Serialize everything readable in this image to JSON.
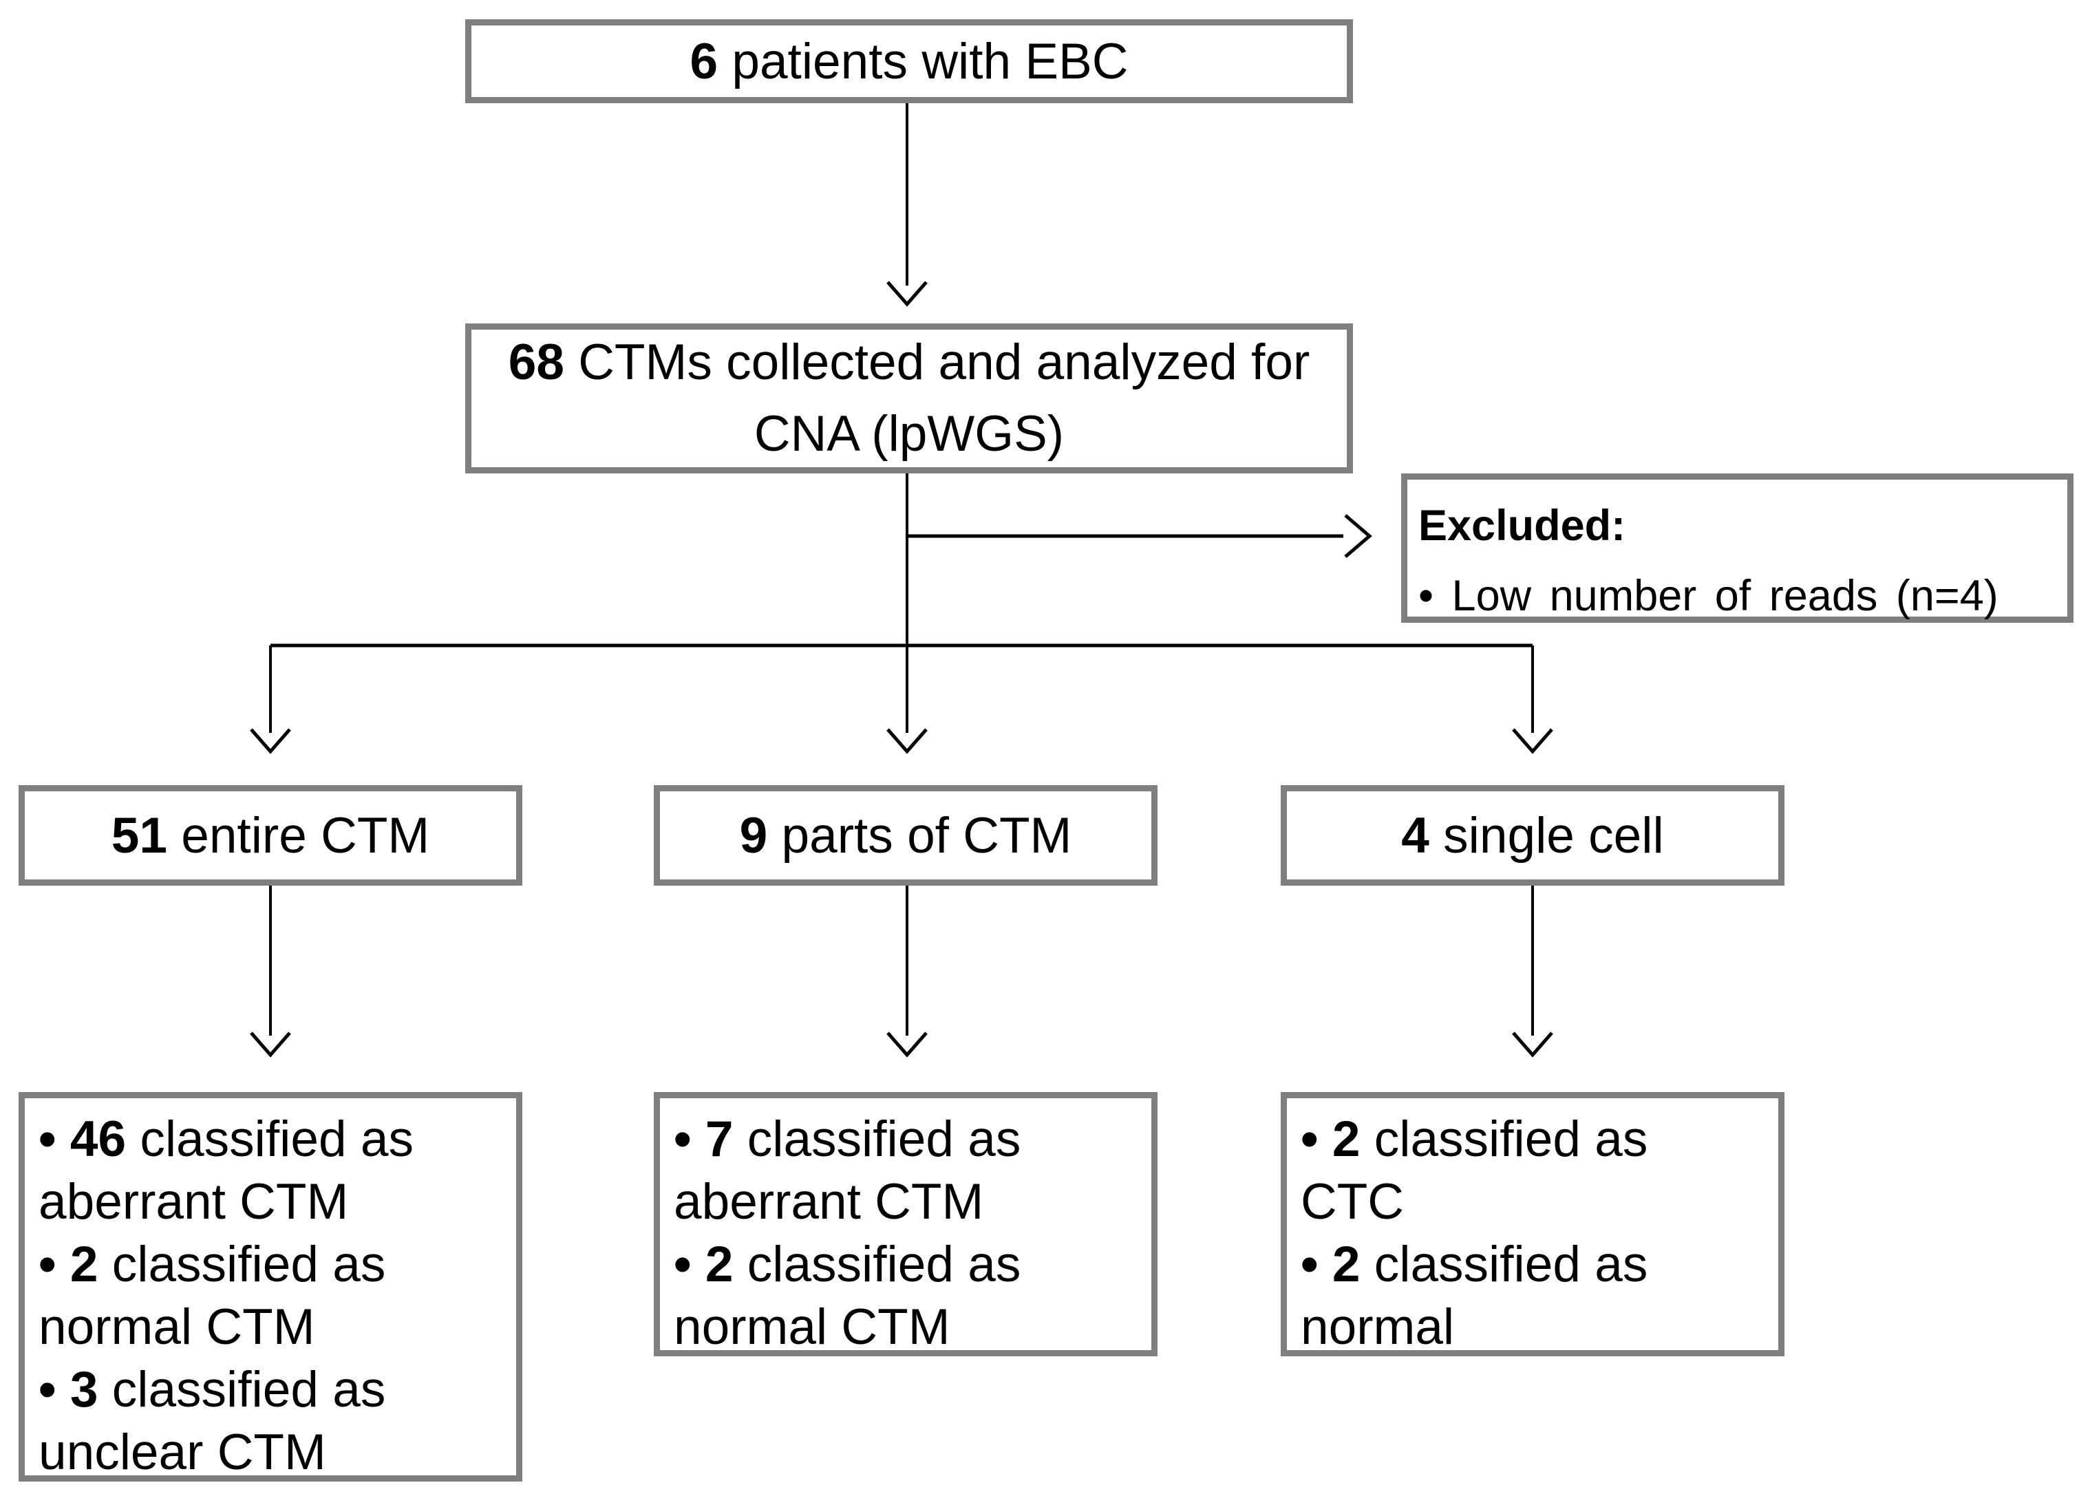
{
  "colors": {
    "box_border": "#7f7f7f",
    "background": "#ffffff",
    "text": "#000000",
    "connector": "#000000"
  },
  "flowchart": {
    "patients_box": {
      "count": "6",
      "label": " patients with EBC"
    },
    "collected_box": {
      "count": "68",
      "label_line1": " CTMs collected and analyzed for",
      "label_line2": "CNA (lpWGS)"
    },
    "excluded_box": {
      "title": "Excluded:",
      "bullet_item": "• Low number of reads (n=4)"
    },
    "entire_ctm_box": {
      "count": "51",
      "label": " entire CTM"
    },
    "parts_ctm_box": {
      "count": "9",
      "label": " parts of CTM"
    },
    "single_cell_box": {
      "count": "4",
      "label": " single cell"
    },
    "entire_ctm_results": {
      "lines": [
        {
          "pre": "• 46",
          "rest": " classified as"
        },
        {
          "pre": "",
          "rest": "aberrant CTM"
        },
        {
          "pre": "• 2",
          "rest": " classified as"
        },
        {
          "pre": "",
          "rest": "normal CTM"
        },
        {
          "pre": "• 3",
          "rest": " classified as"
        },
        {
          "pre": "",
          "rest": "unclear CTM"
        }
      ]
    },
    "parts_ctm_results": {
      "lines": [
        {
          "pre": "• 7",
          "rest": " classified as"
        },
        {
          "pre": "",
          "rest": "aberrant CTM"
        },
        {
          "pre": "• 2",
          "rest": " classified as"
        },
        {
          "pre": "",
          "rest": "normal CTM"
        }
      ]
    },
    "single_cell_results": {
      "lines": [
        {
          "pre": "• 2",
          "rest": " classified as"
        },
        {
          "pre": "",
          "rest": "CTC"
        },
        {
          "pre": "• 2",
          "rest": " classified as"
        },
        {
          "pre": "",
          "rest": "normal"
        }
      ]
    }
  }
}
